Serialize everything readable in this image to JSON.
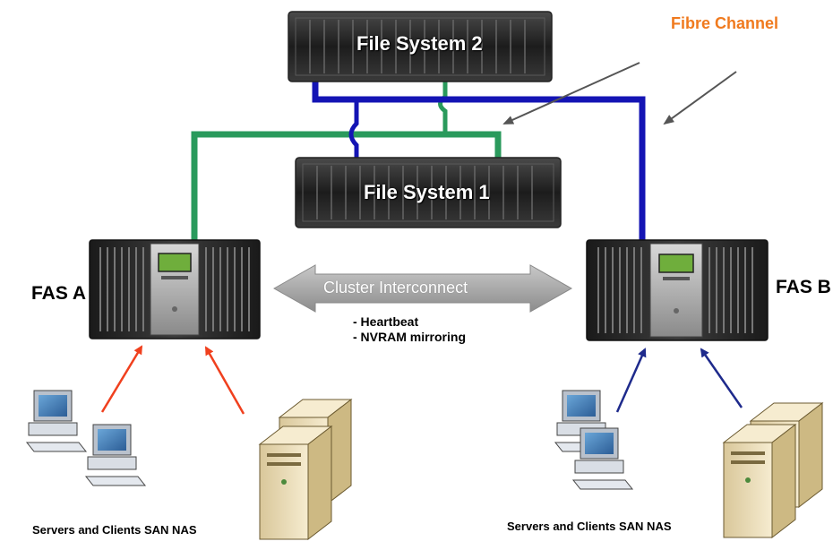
{
  "labels": {
    "fibre_channel": "Fibre Channel",
    "file_system_2": "File System 2",
    "file_system_1": "File System 1",
    "fas_a": "FAS A",
    "fas_b": "FAS B",
    "cluster_interconnect": "Cluster Interconnect",
    "heartbeat": "- Heartbeat",
    "nvram": "- NVRAM mirroring",
    "caption_left": "Servers and Clients SAN NAS",
    "caption_right": "Servers and Clients SAN NAS"
  },
  "colors": {
    "fibre_label": "#f07a1e",
    "link_green": "#2a9a5c",
    "link_blue": "#1414b4",
    "arrow_red": "#f0401e",
    "arrow_navy": "#1e2a8c",
    "arrow_gray": "#555555",
    "interconnect_fill": "#a9a9a9"
  },
  "icons": [
    "storage-shelf-icon",
    "fas-controller-icon",
    "workstation-icon",
    "tower-server-icon"
  ]
}
